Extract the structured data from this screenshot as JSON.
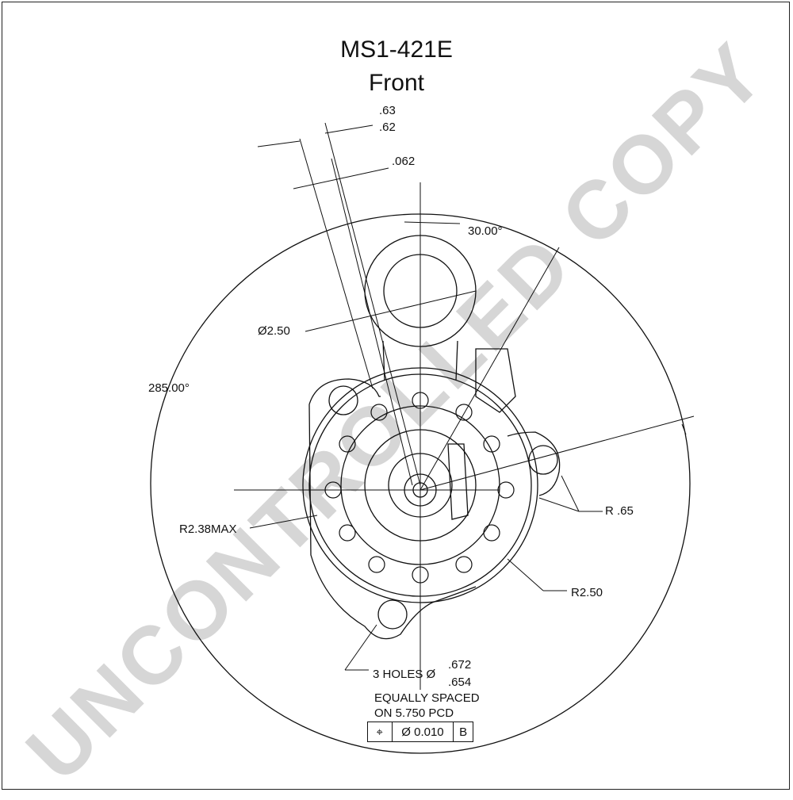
{
  "title": "MS1-421E",
  "subtitle": "Front",
  "watermark": "UNCONTROLLED COPY",
  "dims": {
    "d63": ".63",
    "d62": ".62",
    "d062": ".062",
    "ang30": "30.00°",
    "dia250": "Ø2.50",
    "ang285": "285.00°",
    "r238": "R2.38MAX",
    "r65": "R .65",
    "r250": "R2.50",
    "holes_prefix": "3 HOLES Ø",
    "holes_upper": ".672",
    "holes_lower": ".654",
    "equally": "EQUALLY SPACED",
    "pcd": "ON 5.750 PCD"
  },
  "tolerance": {
    "symbol": "⌖",
    "value": "Ø 0.010",
    "datum": "B"
  }
}
